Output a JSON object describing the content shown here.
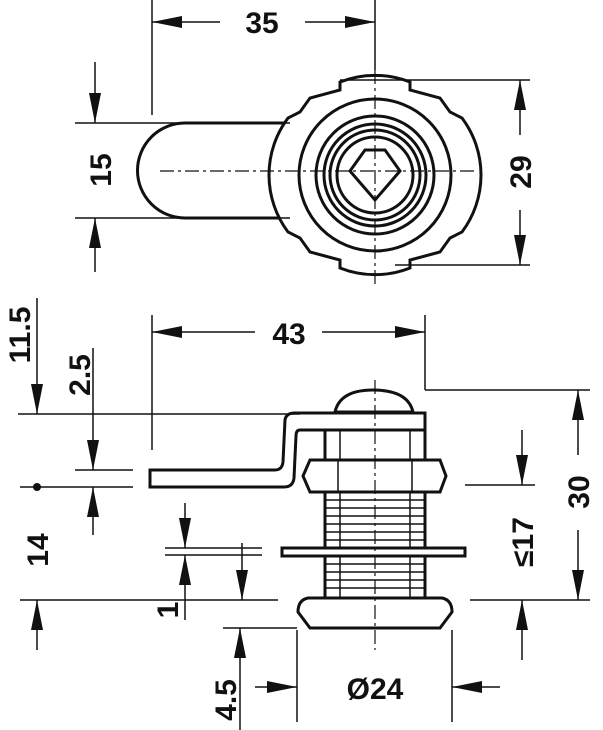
{
  "drawing": {
    "top_view": {
      "width": "35",
      "cam_width": "15",
      "diameter_flange": "29"
    },
    "side_view": {
      "overall_length": "43",
      "dim_11_5": "11.5",
      "dim_2_5": "2.5",
      "dim_14": "14",
      "dim_1": "1",
      "dim_4_5": "4.5",
      "body_diameter": "Ø24",
      "max_thickness": "≤17",
      "total_height": "30"
    },
    "colors": {
      "line": "#111111",
      "background": "#ffffff"
    }
  }
}
